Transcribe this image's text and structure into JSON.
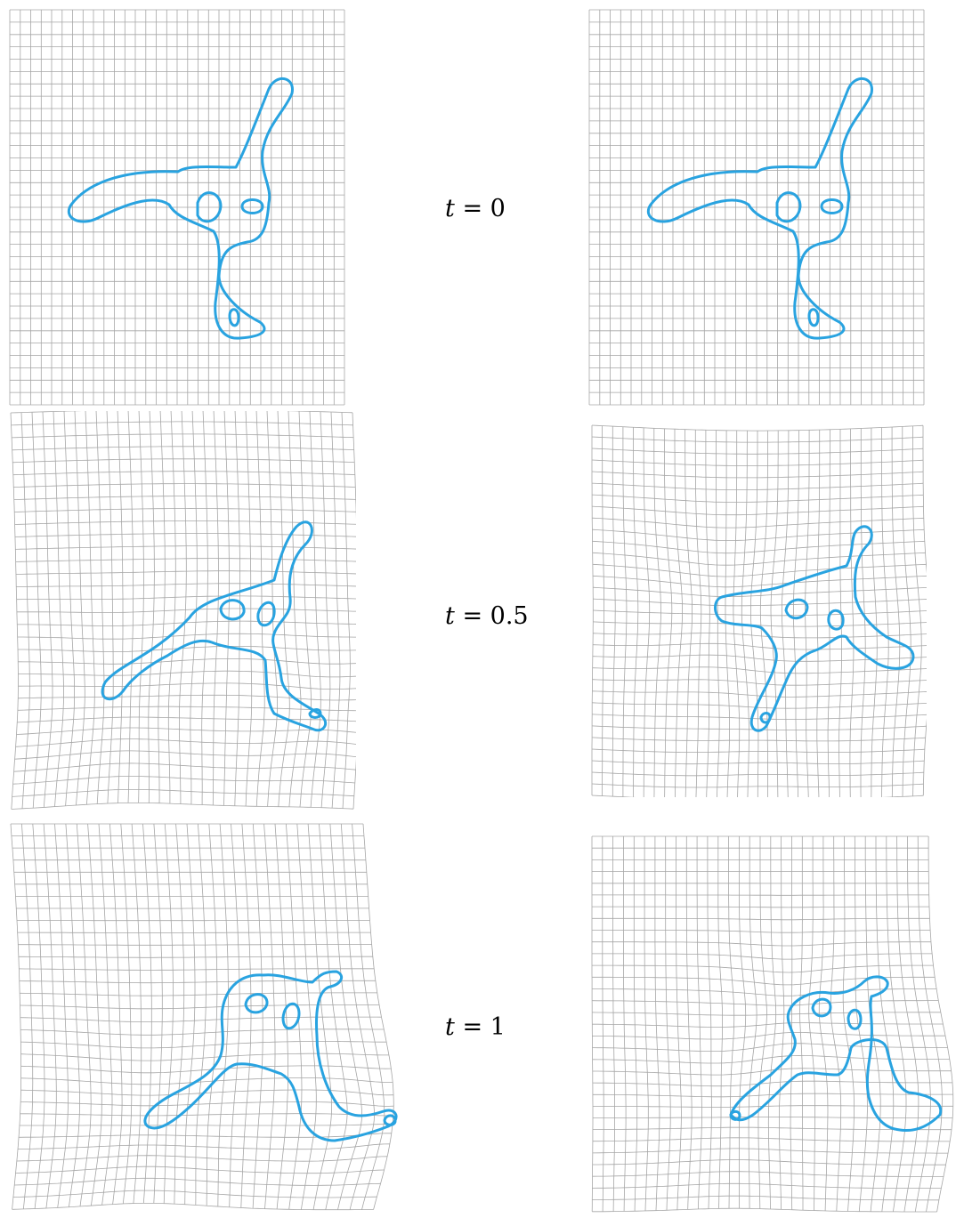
{
  "figure": {
    "rows": [
      {
        "t_label": {
          "var": "t",
          "eq": "=",
          "value": "0"
        }
      },
      {
        "t_label": {
          "var": "t",
          "eq": "=",
          "value": "0.5"
        }
      },
      {
        "t_label": {
          "var": "t",
          "eq": "=",
          "value": "1"
        }
      }
    ]
  },
  "colors": {
    "grid": "#a6a6a6",
    "curve": "#29a3e0",
    "background": "#ffffff"
  }
}
